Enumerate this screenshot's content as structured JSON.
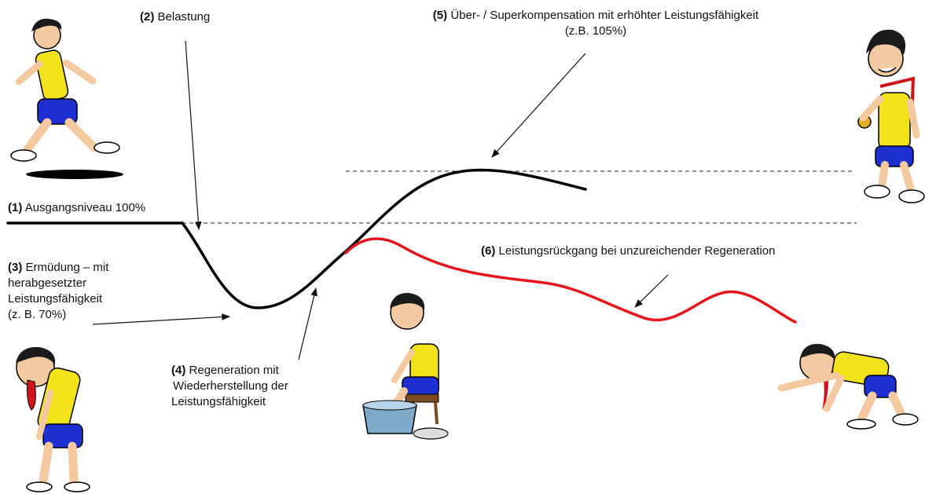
{
  "labels": {
    "ausgang": {
      "num": "(1)",
      "text": "Ausgangsniveau 100%"
    },
    "belastung": {
      "num": "(2)",
      "text": "Belastung"
    },
    "ermuedung": {
      "num": "(3)",
      "line1": "Ermüdung – mit",
      "line2": "herabgesetzter",
      "line3": "Leistungsfähigkeit",
      "line4": "(z. B. 70%)"
    },
    "regeneration": {
      "num": "(4)",
      "line1": "Regeneration mit",
      "line2": "Wiederherstellung der",
      "line3": "Leistungsfähigkeit"
    },
    "superkomp": {
      "num": "(5)",
      "line1": "Über- / Superkompensation mit erhöhter Leistungsfähigkeit",
      "line2": "(z.B. 105%)"
    },
    "rueckgang": {
      "num": "(6)",
      "text": "Leistungsrückgang bei unzureichender Regeneration"
    }
  },
  "colors": {
    "main_curve": "#000000",
    "decline_curve": "#e8141c",
    "runner_shirt": "#f2e21a",
    "runner_shorts": "#1d2fd0",
    "skin": "#f3c9a0",
    "hair": "#1b1b1b"
  },
  "icons": [
    "runner-running-icon",
    "runner-proud-medal-icon",
    "runner-exhausted-icon",
    "runner-footbath-icon",
    "runner-crawling-icon"
  ]
}
